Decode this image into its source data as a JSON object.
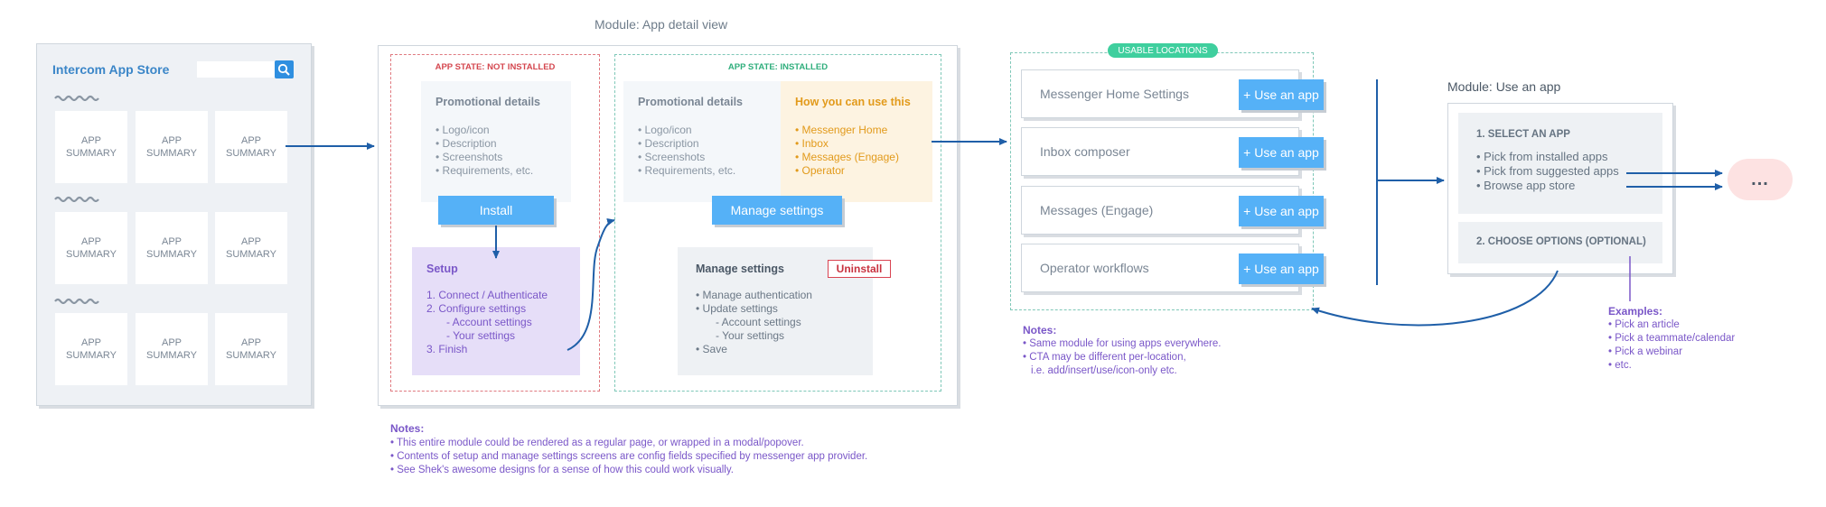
{
  "store": {
    "title": "Intercom App Store",
    "card_label_1": "APP",
    "card_label_2": "SUMMARY",
    "rows": 3,
    "cols": 3
  },
  "detail": {
    "module_title": "Module: App detail view",
    "not_installed": {
      "state_label": "APP STATE: NOT INSTALLED",
      "promo_title": "Promotional details",
      "promo_items": [
        "Logo/icon",
        "Description",
        "Screenshots",
        "Requirements, etc."
      ],
      "install_label": "Install",
      "setup_title": "Setup",
      "setup_steps": [
        "1. Connect / Authenticate",
        "2. Configure settings",
        "- Account settings",
        "- Your settings",
        "3. Finish"
      ]
    },
    "installed": {
      "state_label": "APP STATE: INSTALLED",
      "promo_title": "Promotional details",
      "promo_items": [
        "Logo/icon",
        "Description",
        "Screenshots",
        "Requirements, etc."
      ],
      "howto_title": "How you can use this",
      "howto_items": [
        "Messenger Home",
        "Inbox",
        "Messages (Engage)",
        "Operator"
      ],
      "manage_button": "Manage settings",
      "manage_title": "Manage settings",
      "uninstall_label": "Uninstall",
      "manage_items": [
        "Manage authentication",
        "Update settings",
        "- Account settings",
        "- Your settings",
        "Save"
      ]
    },
    "notes_title": "Notes:",
    "notes": [
      "This entire module could be rendered as a regular page, or wrapped in a modal/popover.",
      "Contents of setup and manage settings screens are config fields specified by messenger app provider.",
      "See Shek's awesome designs for a sense of how this could work visually."
    ]
  },
  "locations": {
    "badge": "USABLE LOCATIONS",
    "use_label": "+ Use an app",
    "items": [
      "Messenger Home Settings",
      "Inbox composer",
      "Messages (Engage)",
      "Operator workflows"
    ],
    "notes_title": "Notes:",
    "notes": [
      "Same module for using apps everywhere.",
      "CTA may be different per-location,",
      "i.e. add/insert/use/icon-only etc."
    ]
  },
  "use_app": {
    "module_title": "Module: Use an app",
    "step1_title": "1. SELECT AN APP",
    "step1_items": [
      "Pick from installed apps",
      "Pick from suggested apps",
      "Browse app store"
    ],
    "step2_title": "2. CHOOSE OPTIONS (OPTIONAL)",
    "examples_title": "Examples:",
    "examples": [
      "Pick an article",
      "Pick a teammate/calendar",
      "Pick a webinar",
      "etc."
    ],
    "next_label": "..."
  },
  "colors": {
    "blue_button": "#55b1f7",
    "arrow": "#1f5fa8",
    "not_installed_border": "#e07a80",
    "installed_border": "#7fc8b8",
    "purple_note": "#7a57c8",
    "orange_text": "#e29a1b",
    "badge_green": "#3fcf9e"
  }
}
